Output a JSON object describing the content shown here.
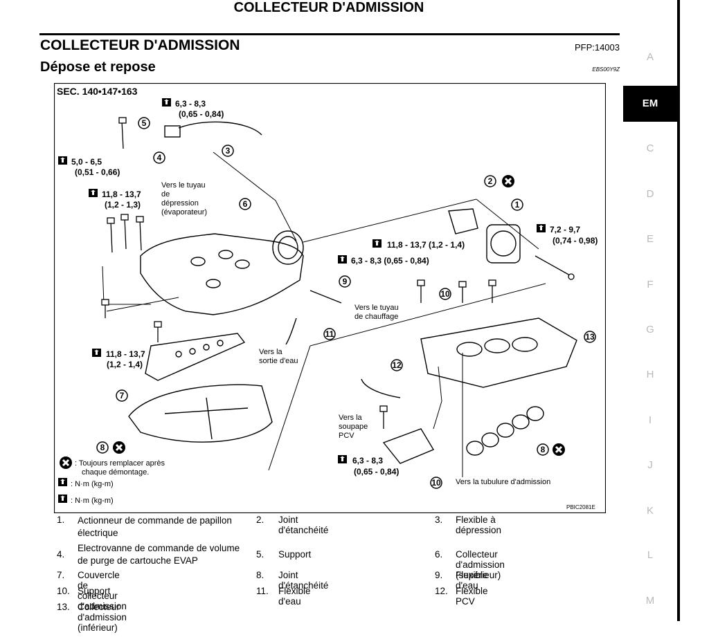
{
  "header": {
    "page_title": "COLLECTEUR D'ADMISSION"
  },
  "section": {
    "title": "COLLECTEUR D'ADMISSION",
    "pfp": "PFP:14003",
    "subtitle": "Dépose et repose",
    "code": "EBS00Y9Z"
  },
  "sidebar": [
    "A",
    "EM",
    "C",
    "D",
    "E",
    "F",
    "G",
    "H",
    "I",
    "J",
    "K",
    "L",
    "M"
  ],
  "sidebar_active": "EM",
  "diagram": {
    "sec": "SEC. 140•147•163",
    "torque": {
      "t1": [
        "6,3 - 8,3",
        "(0,65 - 0,84)"
      ],
      "t2": [
        "5,0 - 6,5",
        "(0,51 - 0,66)"
      ],
      "t3": [
        "11,8 - 13,7",
        "(1,2 - 1,3)"
      ],
      "t4": [
        "7,2 - 9,7",
        "(0,74 - 0,98)"
      ],
      "t5": "11,8 - 13,7 (1,2 - 1,4)",
      "t6": "6,3 - 8,3 (0,65 - 0,84)",
      "t7": [
        "11,8 - 13,7",
        "(1,2 - 1,4)"
      ],
      "t8": [
        "6,3 - 8,3",
        "(0,65 - 0,84)"
      ]
    },
    "notes": {
      "depression": [
        "Vers le tuyau",
        "de",
        "dépression",
        "(évaporateur)"
      ],
      "chauffage": [
        "Vers le tuyau",
        "de chauffage"
      ],
      "sortie": [
        "Vers la",
        "sortie d'eau"
      ],
      "pcv": [
        "Vers la",
        "soupape",
        "PCV"
      ],
      "tubulure": "Vers la tubulure d'admission"
    },
    "key": {
      "replace": [
        ": Toujours remplacer après",
        "chaque démontage."
      ],
      "nm1": ": N·m (kg-m)",
      "nm2": ": N·m (kg-m)"
    },
    "ref": "PBIC2081E"
  },
  "legend": [
    {
      "num": "1.",
      "text": [
        "Actionneur de commande de papillon",
        "électrique"
      ]
    },
    {
      "num": "2.",
      "text": [
        "Joint d'étanchéité"
      ]
    },
    {
      "num": "3.",
      "text": [
        "Flexible à dépression"
      ]
    },
    {
      "num": "4.",
      "text": [
        "Electrovanne de commande de volume",
        "de purge de cartouche EVAP"
      ]
    },
    {
      "num": "5.",
      "text": [
        "Support"
      ]
    },
    {
      "num": "6.",
      "text": [
        "Collecteur d'admission (supérieur)"
      ]
    },
    {
      "num": "7.",
      "text": [
        "Couvercle de collecteur d'admission"
      ]
    },
    {
      "num": "8.",
      "text": [
        "Joint d'étanchéité"
      ]
    },
    {
      "num": "9.",
      "text": [
        "Flexible d'eau"
      ]
    },
    {
      "num": "10.",
      "text": [
        "Support"
      ]
    },
    {
      "num": "11.",
      "text": [
        "Flexible d'eau"
      ]
    },
    {
      "num": "12.",
      "text": [
        "Flexible PCV"
      ]
    },
    {
      "num": "13.",
      "text": [
        "Collecteur d'admission (inférieur)"
      ]
    }
  ]
}
